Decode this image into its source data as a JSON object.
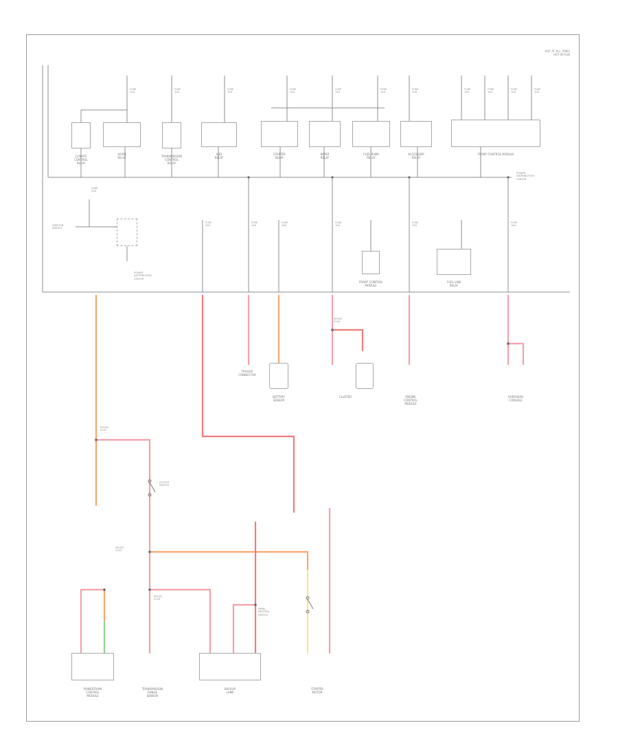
{
  "top_note": "HOT AT ALL TIMES\nHOT IN RUN",
  "fig_id": "",
  "fuses": [
    {
      "id": "f1",
      "label": "FUSE\n10A"
    },
    {
      "id": "f2",
      "label": "FUSE\n10A"
    },
    {
      "id": "f3",
      "label": "FUSE\n10A"
    },
    {
      "id": "f4",
      "label": "FUSE\n15A"
    },
    {
      "id": "f5",
      "label": "FUSE\n15A"
    },
    {
      "id": "f6",
      "label": "FUSE\n15A"
    },
    {
      "id": "f7",
      "label": "FUSE\n10A"
    },
    {
      "id": "f8",
      "label": "FUSE\n10A"
    },
    {
      "id": "f9",
      "label": "FUSE\n10A"
    },
    {
      "id": "f10",
      "label": "FUSE\n10A"
    },
    {
      "id": "f11",
      "label": "FUSE\n10A"
    }
  ],
  "modules_top": [
    {
      "id": "m1",
      "label": "CLIMATE\nCONTROL\nRELAY"
    },
    {
      "id": "m2",
      "label": "HORN\nRELAY"
    },
    {
      "id": "m3",
      "label": "TRANSMISSION\nCONTROL\nRELAY"
    },
    {
      "id": "m4",
      "label": "ASD\nRELAY"
    },
    {
      "id": "m5",
      "label": "STARTER\nRELAY"
    },
    {
      "id": "m6",
      "label": "WIPER\nRELAY"
    },
    {
      "id": "m7",
      "label": "FUEL PUMP\nRELAY"
    },
    {
      "id": "m8",
      "label": "ACCESSORY\nRELAY"
    },
    {
      "id": "m9",
      "label": "FRONT CONTROL MODULE"
    }
  ],
  "mid_labels": [
    {
      "id": "l1",
      "label": "IGNITION\nSWITCH"
    },
    {
      "id": "l2",
      "label": "POWER\nDISTRIBUTION\nCENTER"
    },
    {
      "id": "l3",
      "label": "FUSE\n20A"
    },
    {
      "id": "l4",
      "label": "FUSE\n10A"
    },
    {
      "id": "l5",
      "label": "FUSE\n15A"
    },
    {
      "id": "l6",
      "label": "FUSE\n15A"
    },
    {
      "id": "l7",
      "label": "FUSE\n10A"
    },
    {
      "id": "l8",
      "label": "FUSE\n10A"
    },
    {
      "id": "l9",
      "label": "FUSE\n10A"
    },
    {
      "id": "l10",
      "label": "FRONT CONTROL\nMODULE"
    },
    {
      "id": "l11",
      "label": "FUEL LINE\nRELAY"
    },
    {
      "id": "l12",
      "label": "POWER\nDISTRIBUTION\nCENTER"
    }
  ],
  "bottom_components": [
    {
      "id": "b1",
      "label": "TRAILER\nCONNECTOR"
    },
    {
      "id": "b2",
      "label": "BATTERY\nSENSOR"
    },
    {
      "id": "b3",
      "label": "CLUSTER"
    },
    {
      "id": "b4",
      "label": "ENGINE\nCONTROL\nMODULE"
    },
    {
      "id": "b5",
      "label": "OVERHEAD\nCONSOLE"
    },
    {
      "id": "b6",
      "label": "POWERTRAIN\nCONTROL\nMODULE"
    },
    {
      "id": "b7",
      "label": "TRANSMISSION\nRANGE\nSENSOR"
    },
    {
      "id": "b8",
      "label": "BACKUP\nLAMP"
    },
    {
      "id": "b9",
      "label": "STARTER\nMOTOR"
    }
  ],
  "splices": [
    {
      "id": "s1",
      "label": "SPLICE\nS101"
    },
    {
      "id": "s2",
      "label": "SPLICE\nS102"
    },
    {
      "id": "s3",
      "label": "CLUTCH\nSWITCH"
    },
    {
      "id": "s4",
      "label": "SPLICE\nS103"
    },
    {
      "id": "s5",
      "label": "SPLICE\nS104"
    },
    {
      "id": "s6",
      "label": "PARK/\nNEUTRAL\nSWITCH"
    }
  ],
  "wire_colors": {
    "orange": "#f8a56b",
    "pink": "#f4a0a8",
    "red": "#f07b7b",
    "yellow": "#f2ea8a",
    "green": "#8fd08f",
    "gray": "#8c8c8c"
  }
}
